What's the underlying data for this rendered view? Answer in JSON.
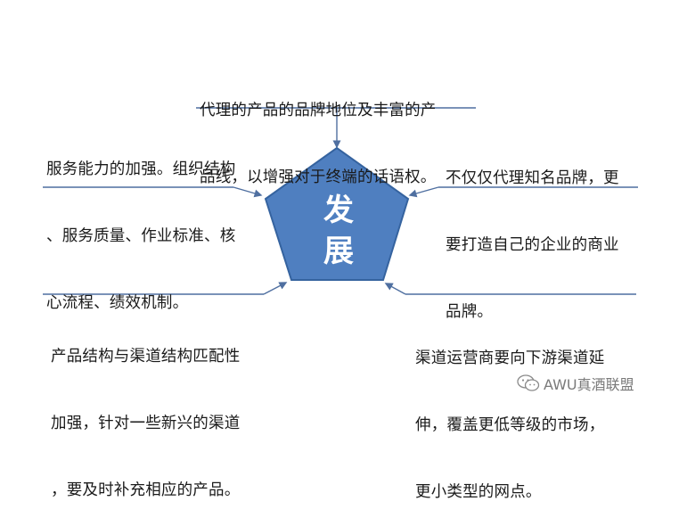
{
  "center": {
    "line1": "发",
    "line2": "展"
  },
  "top_text": {
    "line1": "代理的产品的品牌地位及丰富的产",
    "line2": "品线，以增强对于终端的话语权。"
  },
  "left_text": {
    "line1": "服务能力的加强。组织结构",
    "line2": "、服务质量、作业标准、核",
    "line3": "心流程、绩效机制。"
  },
  "right_text": {
    "line1": "不仅仅代理知名品牌，更",
    "line2": "要打造自己的企业的商业",
    "line3": "品牌。"
  },
  "bottom_left_text": {
    "line1": "产品结构与渠道结构匹配性",
    "line2": "加强，针对一些新兴的渠道",
    "line3": "，要及时补充相应的产品。"
  },
  "bottom_right_text": {
    "line1": "渠道运营商要向下游渠道延",
    "line2": "伸，覆盖更低等级的市场，",
    "line3": "更小类型的网点。"
  },
  "watermark": {
    "text": "AWU真酒联盟",
    "icon": "wechat-icon"
  },
  "colors": {
    "pentagon_fill": "#4f7fc0",
    "pentagon_stroke": "#35639f",
    "line": "#4f6fa0",
    "text": "#1a1a1a"
  }
}
